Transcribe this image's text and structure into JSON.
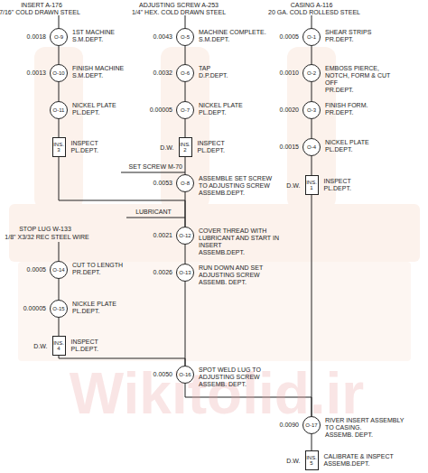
{
  "diagram": {
    "nodes": [
      {
        "text": [
          "0.0018",
          "O-9",
          "1ST MACHINE",
          "S.M.DEPT."
        ]
      },
      {
        "text": [
          "0.0013",
          "O-10",
          "FINISH MACHINE",
          "S.M.DEPT."
        ]
      },
      {
        "text": [
          "O-11",
          "NICKEL PLATE",
          "PL.DEPT."
        ]
      },
      {
        "text": [
          "INS. 3",
          "INSPECT",
          "PL.DEPT."
        ]
      },
      {
        "text": [
          "0.0043",
          "O-5",
          "MACHINE COMPLETE.",
          "S.M.DEPT."
        ]
      },
      {
        "text": [
          "0.0032",
          "O-6",
          "TAP",
          "D.P.DEPT."
        ]
      },
      {
        "text": [
          "0.00005",
          "O-7",
          "NICKEL PLATE",
          "PL.DEPT."
        ]
      },
      {
        "text": [
          "D.W.",
          "INS. 2",
          "INSPECT",
          "PL.DEPT."
        ]
      },
      {
        "text": [
          "0.0053",
          "O-8",
          "ASSEMBLE SET SCREW TO ADJUSTING SCREW",
          "ASSEMB.DEPT."
        ]
      },
      {
        "text": [
          "0.0021",
          "O-12",
          "COVER THREAD WITH LUBRICANT AND START IN INSERT",
          "ASSEMB.DEPT."
        ]
      },
      {
        "text": [
          "0.0026",
          "O-13",
          "RUN DOWN AND SET ADJUSTING SCREW",
          "ASSEMB. DEPT."
        ]
      },
      {
        "text": [
          "0.0005",
          "O-14",
          "CUT TO LENGTH",
          "PR.DEPT."
        ]
      },
      {
        "text": [
          "0.00005",
          "O-15",
          "NICKLE PLATE",
          "PL.DEPT."
        ]
      },
      {
        "text": [
          "D.W.",
          "INS. 4",
          "INSPECT",
          "PL.DEPT."
        ]
      },
      {
        "text": [
          "0.0050",
          "O-16",
          "SPOT WELD LUG TO ADJUSTING SCREW",
          "ASSEMB. DEPT."
        ]
      },
      {
        "text": [
          "0.0005",
          "O-1",
          "SHEAR STRIPS",
          "PR.DEPT."
        ]
      },
      {
        "text": [
          "0.0010",
          "O-2",
          "EMBOSS PIERCE, NOTCH, FORM & CUT OFF",
          "PR.DEPT."
        ]
      },
      {
        "text": [
          "0.0020",
          "O-3",
          "FINISH FORM.",
          "PR.DEPT."
        ]
      },
      {
        "text": [
          "0.0015",
          "O-4",
          "NICKEL PLATE",
          "PL.DEPT."
        ]
      },
      {
        "text": [
          "D.W.",
          "INS. 1",
          "INSPECT",
          "PL.DEPT."
        ]
      },
      {
        "text": [
          "0.0090",
          "O-17",
          "RIVER INSERT ASSEMBLY TO CASING.",
          "ASSEMB. DEPT."
        ]
      },
      {
        "text": [
          "D.W.",
          "INS. 5",
          "CALIBRATE & INSPECT",
          "ASSEMB.DEPT."
        ]
      }
    ],
    "edges": [
      {
        "from": 0,
        "to": 1,
        "arrow": "none"
      },
      {
        "from": 1,
        "to": 2,
        "arrow": "none"
      },
      {
        "from": 2,
        "to": 3,
        "arrow": "none"
      },
      {
        "from": 3,
        "to": 9,
        "arrow": "none"
      },
      {
        "from": 4,
        "to": 5,
        "arrow": "none"
      },
      {
        "from": 5,
        "to": 6,
        "arrow": "none"
      },
      {
        "from": 6,
        "to": 7,
        "arrow": "none"
      },
      {
        "from": 7,
        "to": 8,
        "arrow": "none"
      },
      {
        "from": 8,
        "to": 9,
        "arrow": "none"
      },
      {
        "from": 9,
        "to": 10,
        "arrow": "none"
      },
      {
        "from": 10,
        "to": 14,
        "arrow": "none"
      },
      {
        "from": 11,
        "to": 12,
        "arrow": "none"
      },
      {
        "from": 12,
        "to": 13,
        "arrow": "none"
      },
      {
        "from": 13,
        "to": 14,
        "arrow": "none"
      },
      {
        "from": 15,
        "to": 16,
        "arrow": "none"
      },
      {
        "from": 16,
        "to": 17,
        "arrow": "none"
      },
      {
        "from": 17,
        "to": 18,
        "arrow": "none"
      },
      {
        "from": 18,
        "to": 19,
        "arrow": "none"
      },
      {
        "from": 19,
        "to": 20,
        "arrow": "none"
      },
      {
        "from": 14,
        "to": 20,
        "arrow": "none"
      },
      {
        "from": 20,
        "to": 21,
        "arrow": "none"
      }
    ],
    "labels": [
      "INSERT A-176",
      "7/16\" COLD DRAWN STEEL",
      "ADJUSTING SCREW A-253",
      "1/4\" HEX. COLD DRAWN STEEL",
      "CASING A-116",
      "20 GA. COLD ROLLESD STEEL",
      "SET SCREW M-70",
      "LUBRICANT",
      "STOP LUG W-133",
      "1/8\" X3/32 REC STEEL WIRE",
      "Wikitolid.ir"
    ]
  }
}
